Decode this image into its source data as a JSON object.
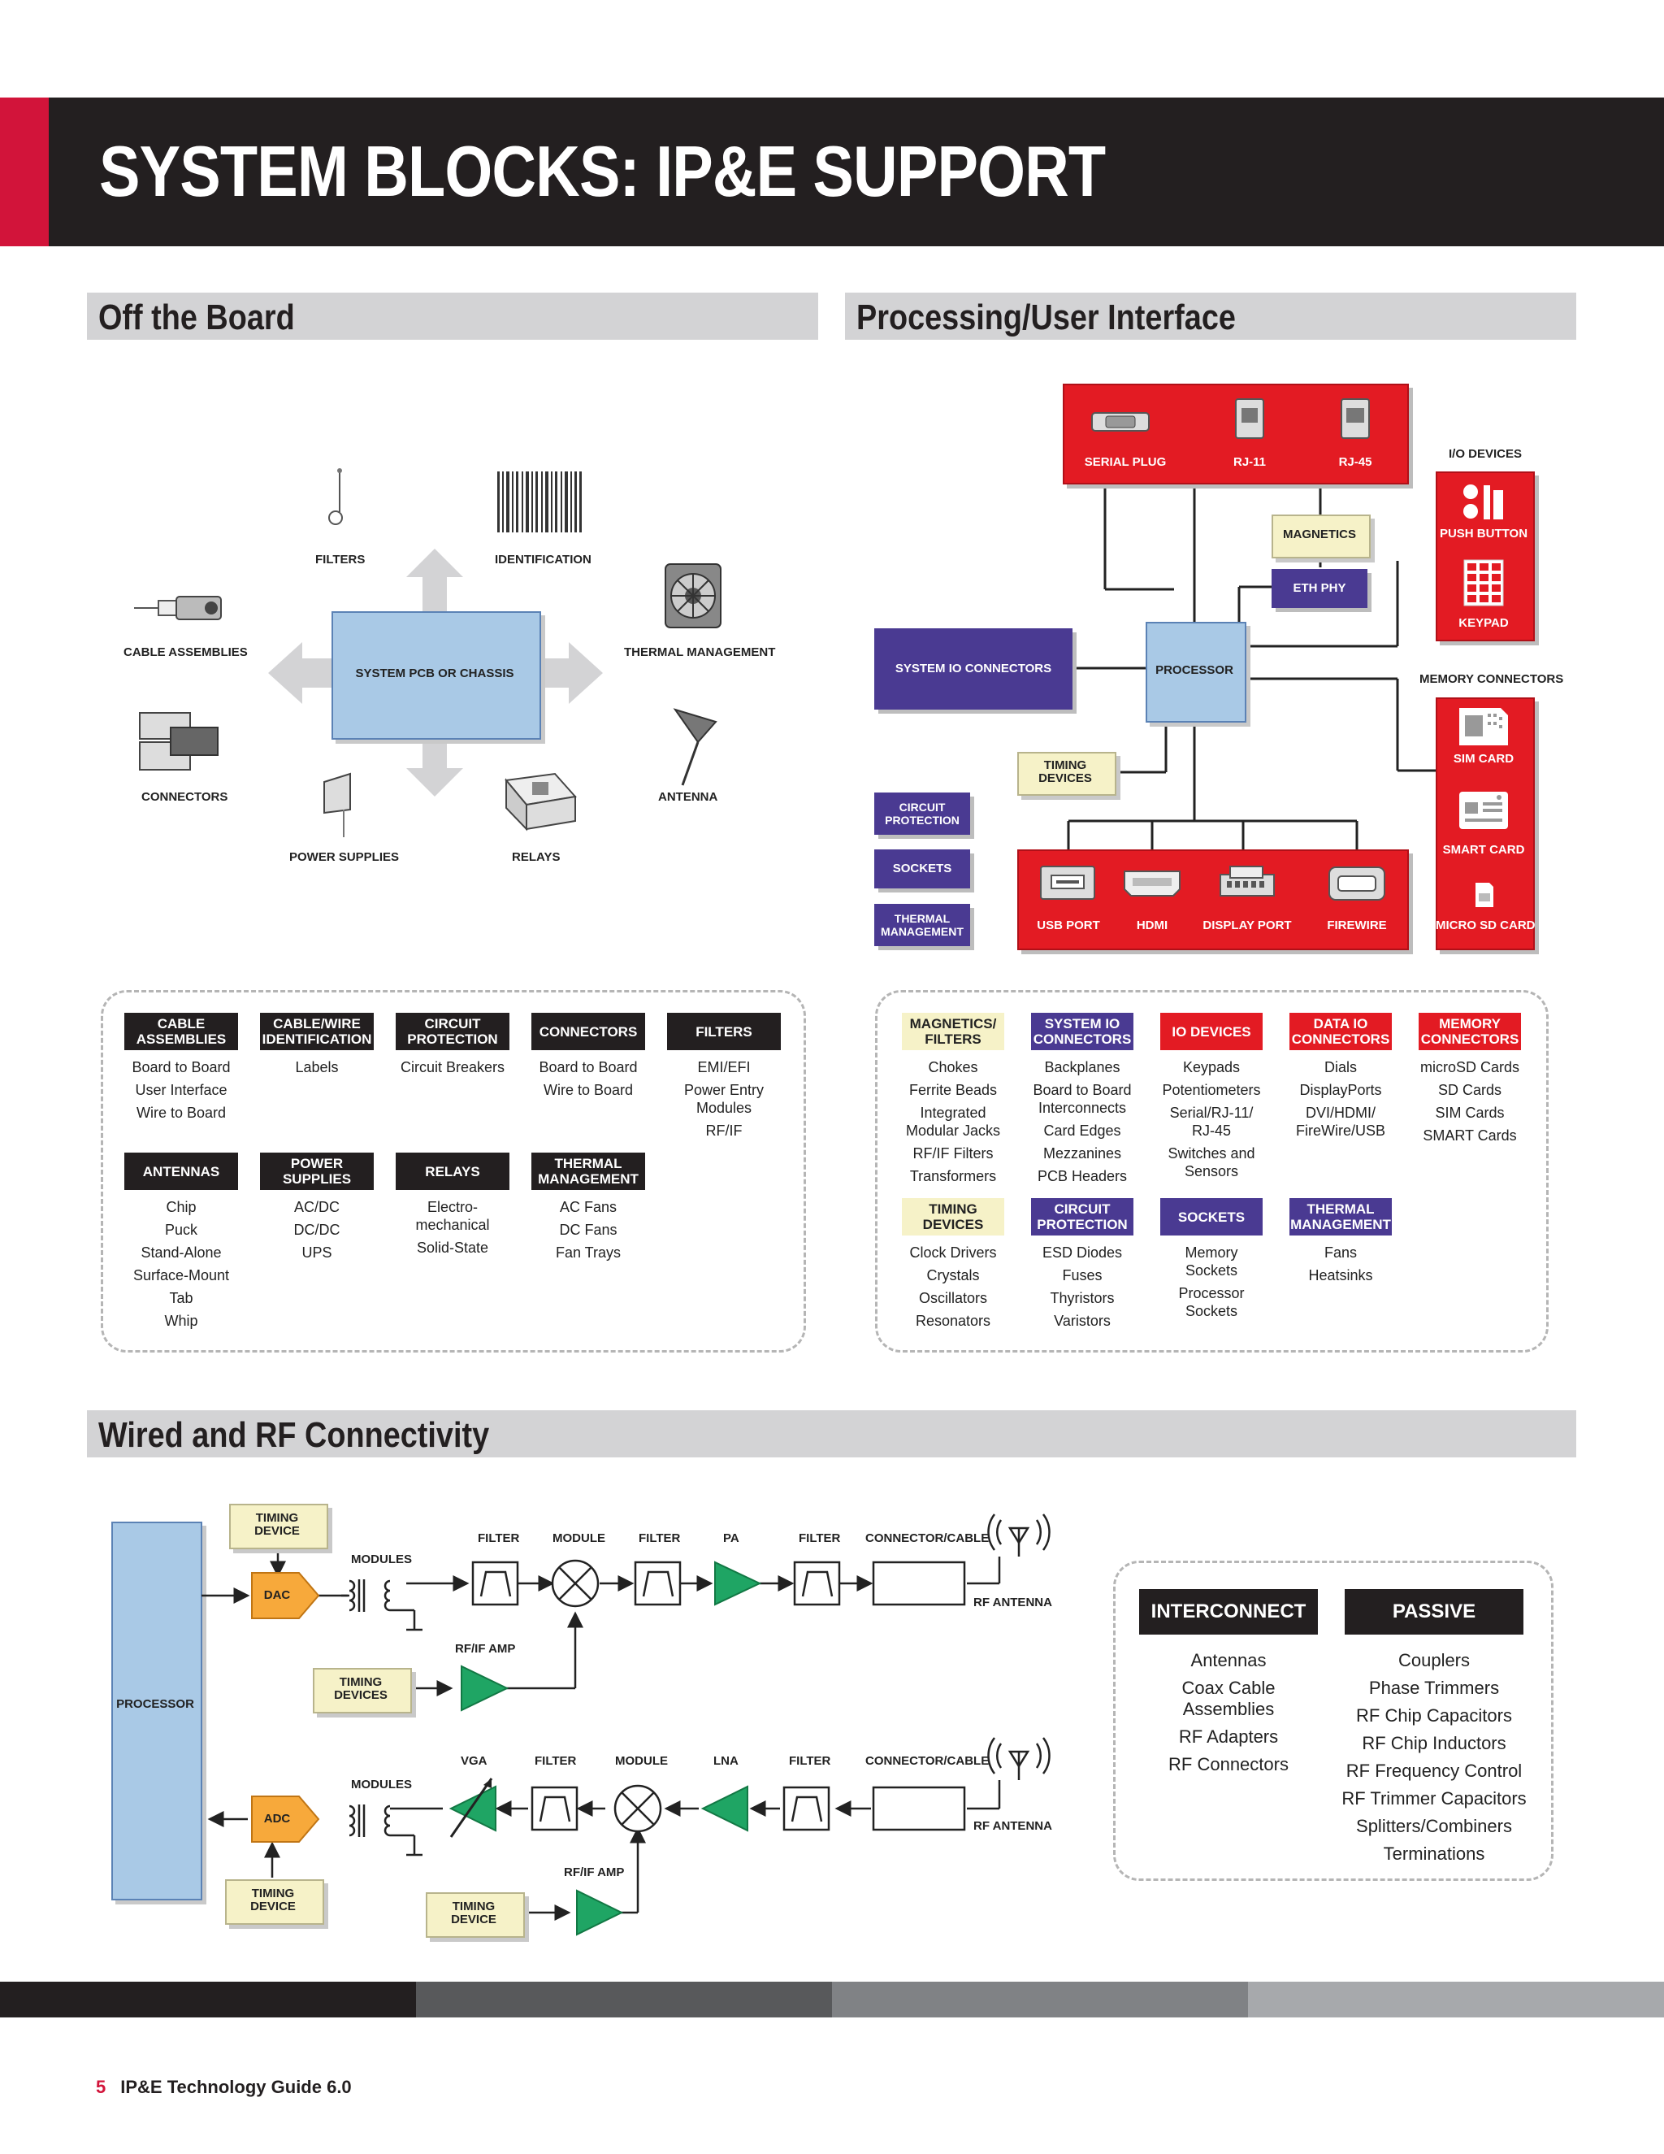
{
  "page_title": "SYSTEM BLOCKS: IP&E SUPPORT",
  "sections": {
    "off_board": "Off the Board",
    "processing": "Processing/User Interface",
    "wired_rf": "Wired and RF Connectivity"
  },
  "off_board_diagram": {
    "center": "SYSTEM PCB OR CHASSIS",
    "filters": "FILTERS",
    "identification": "IDENTIFICATION",
    "cable_assemblies": "CABLE ASSEMBLIES",
    "thermal": "THERMAL MANAGEMENT",
    "connectors": "CONNECTORS",
    "antenna": "ANTENNA",
    "power_supplies": "POWER SUPPLIES",
    "relays": "RELAYS"
  },
  "off_board_categories": [
    {
      "head": "CABLE\nASSEMBLIES",
      "items": [
        "Board to Board",
        "User Interface",
        "Wire to Board"
      ]
    },
    {
      "head": "CABLE/WIRE\nIDENTIFICATION",
      "items": [
        "Labels"
      ]
    },
    {
      "head": "CIRCUIT\nPROTECTION",
      "items": [
        "Circuit Breakers"
      ]
    },
    {
      "head": "CONNECTORS",
      "items": [
        "Board to Board",
        "Wire to Board"
      ]
    },
    {
      "head": "FILTERS",
      "items": [
        "EMI/EFI",
        "Power Entry\nModules",
        "RF/IF"
      ]
    },
    {
      "head": "ANTENNAS",
      "items": [
        "Chip",
        "Puck",
        "Stand-Alone",
        "Surface-Mount",
        "Tab",
        "Whip"
      ]
    },
    {
      "head": "POWER\nSUPPLIES",
      "items": [
        "AC/DC",
        "DC/DC",
        "UPS"
      ]
    },
    {
      "head": "RELAYS",
      "items": [
        "Electro-\nmechanical",
        "Solid-State"
      ]
    },
    {
      "head": "THERMAL\nMANAGEMENT",
      "items": [
        "AC Fans",
        "DC Fans",
        "Fan Trays"
      ]
    }
  ],
  "processing_diagram": {
    "serial_plug": "SERIAL PLUG",
    "rj11": "RJ-11",
    "rj45": "RJ-45",
    "io_devices": "I/O DEVICES",
    "push_button": "PUSH BUTTON",
    "keypad": "KEYPAD",
    "magnetics": "MAGNETICS",
    "eth_phy": "ETH PHY",
    "system_io": "SYSTEM IO CONNECTORS",
    "processor": "PROCESSOR",
    "memory_connectors": "MEMORY CONNECTORS",
    "sim_card": "SIM CARD",
    "smart_card": "SMART CARD",
    "microsd": "MICRO SD CARD",
    "timing_devices": "TIMING\nDEVICES",
    "circuit_protection": "CIRCUIT\nPROTECTION",
    "sockets": "SOCKETS",
    "thermal": "THERMAL\nMANAGEMENT",
    "usb": "USB PORT",
    "hdmi": "HDMI",
    "display_port": "DISPLAY PORT",
    "firewire": "FIREWIRE"
  },
  "processing_categories": [
    {
      "head": "MAGNETICS/\nFILTERS",
      "style": "cream",
      "items": [
        "Chokes",
        "Ferrite Beads",
        "Integrated\nModular Jacks",
        "RF/IF Filters",
        "Transformers"
      ]
    },
    {
      "head": "SYSTEM IO\nCONNECTORS",
      "style": "purple",
      "items": [
        "Backplanes",
        "Board to Board\nInterconnects",
        "Card Edges",
        "Mezzanines",
        "PCB Headers"
      ]
    },
    {
      "head": "IO DEVICES",
      "style": "red",
      "items": [
        "Keypads",
        "Potentiometers",
        "Serial/RJ-11/\nRJ-45",
        "Switches and\nSensors"
      ]
    },
    {
      "head": "DATA IO\nCONNECTORS",
      "style": "red",
      "items": [
        "Dials",
        "DisplayPorts",
        "DVI/HDMI/\nFireWire/USB"
      ]
    },
    {
      "head": "MEMORY\nCONNECTORS",
      "style": "red",
      "items": [
        "microSD Cards",
        "SD Cards",
        "SIM Cards",
        "SMART Cards"
      ]
    },
    {
      "head": "TIMING\nDEVICES",
      "style": "cream",
      "items": [
        "Clock Drivers",
        "Crystals",
        "Oscillators",
        "Resonators"
      ]
    },
    {
      "head": "CIRCUIT\nPROTECTION",
      "style": "purple",
      "items": [
        "ESD Diodes",
        "Fuses",
        "Thyristors",
        "Varistors"
      ]
    },
    {
      "head": "SOCKETS",
      "style": "purple",
      "items": [
        "Memory\nSockets",
        "Processor\nSockets"
      ]
    },
    {
      "head": "THERMAL\nMANAGEMENT",
      "style": "purple",
      "items": [
        "Fans",
        "Heatsinks"
      ]
    }
  ],
  "rf_diagram": {
    "processor": "PROCESSOR",
    "timing_device_top": "TIMING\nDEVICE",
    "modules_top": "MODULES",
    "dac": "DAC",
    "filter1": "FILTER",
    "module1": "MODULE",
    "filter2": "FILTER",
    "pa": "PA",
    "filter3": "FILTER",
    "connector_cable1": "CONNECTOR/CABLE",
    "rf_antenna1": "RF ANTENNA",
    "rfif_amp1": "RF/IF AMP",
    "timing_devices_mid": "TIMING\nDEVICES",
    "vga": "VGA",
    "filter4": "FILTER",
    "module2": "MODULE",
    "lna": "LNA",
    "filter5": "FILTER",
    "connector_cable2": "CONNECTOR/CABLE",
    "rf_antenna2": "RF ANTENNA",
    "modules_bottom": "MODULES",
    "adc": "ADC",
    "rfif_amp2": "RF/IF AMP",
    "timing_device_bottom": "TIMING\nDEVICE",
    "timing_device_bottom2": "TIMING\nDEVICE"
  },
  "rf_categories": [
    {
      "head": "INTERCONNECT",
      "items": [
        "Antennas",
        "Coax Cable\nAssemblies",
        "RF Adapters",
        "RF Connectors"
      ]
    },
    {
      "head": "PASSIVE",
      "items": [
        "Couplers",
        "Phase Trimmers",
        "RF Chip Capacitors",
        "RF Chip Inductors",
        "RF Frequency Control",
        "RF Trimmer Capacitors",
        "Splitters/Combiners",
        "Terminations"
      ]
    }
  ],
  "footer": {
    "page": "5",
    "text": "IP&E Technology Guide 6.0"
  },
  "colors": {
    "brand_red": "#d2143a",
    "io_red": "#e31b23",
    "purple": "#4a3a92",
    "cream": "#f6f2c8",
    "blue": "#a9c9e6",
    "amp_green": "#1fa564",
    "dac_orange": "#f7a93b"
  }
}
